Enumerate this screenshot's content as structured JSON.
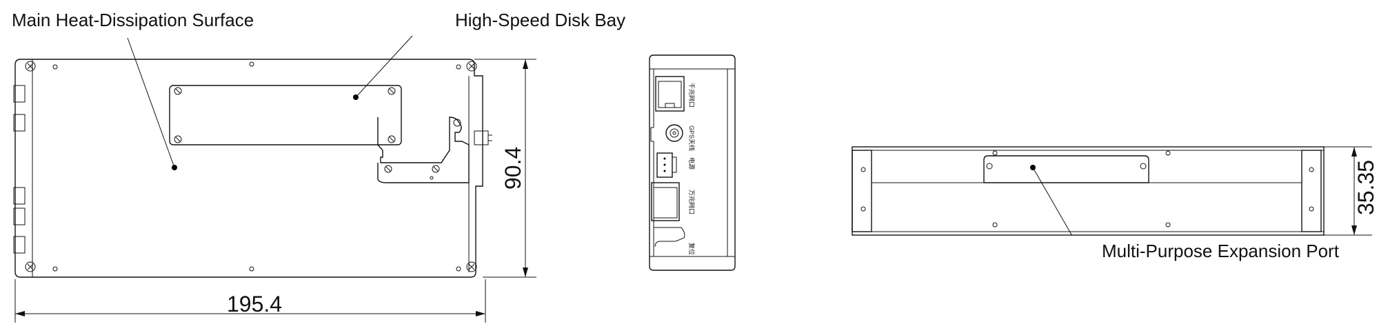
{
  "callouts": {
    "heat_surface": "Main Heat-Dissipation Surface",
    "disk_bay": "High-Speed Disk Bay",
    "expansion_port": "Multi-Purpose Expansion Port"
  },
  "dimensions": {
    "width": "195.4",
    "height": "90.4",
    "thickness": "35.35"
  },
  "port_labels": {
    "gigabit_port": "千兆网口",
    "gps_antenna": "GPS天线",
    "power": "电源",
    "ten_gig_port": "万兆网口",
    "reset": "复位"
  },
  "colors": {
    "line": "#111111",
    "background": "#ffffff"
  }
}
